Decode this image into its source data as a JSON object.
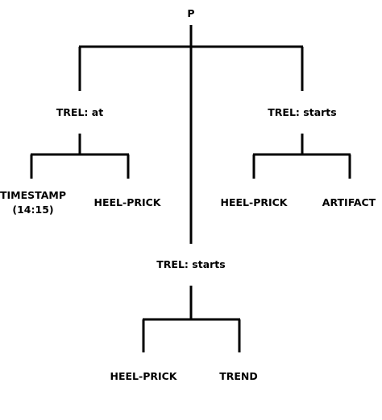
{
  "tree": {
    "root": {
      "label": "P",
      "children": [
        {
          "label": "TREL: at",
          "children": [
            {
              "label": "TIMESTAMP",
              "label2": "(14:15)"
            },
            {
              "label": "HEEL-PRICK"
            }
          ]
        },
        {
          "label": "TREL: starts",
          "children": [
            {
              "label": "HEEL-PRICK"
            },
            {
              "label": "TREND"
            }
          ]
        },
        {
          "label": "TREL: starts",
          "children": [
            {
              "label": "HEEL-PRICK"
            },
            {
              "label": "ARTIFACT"
            }
          ]
        }
      ]
    }
  }
}
